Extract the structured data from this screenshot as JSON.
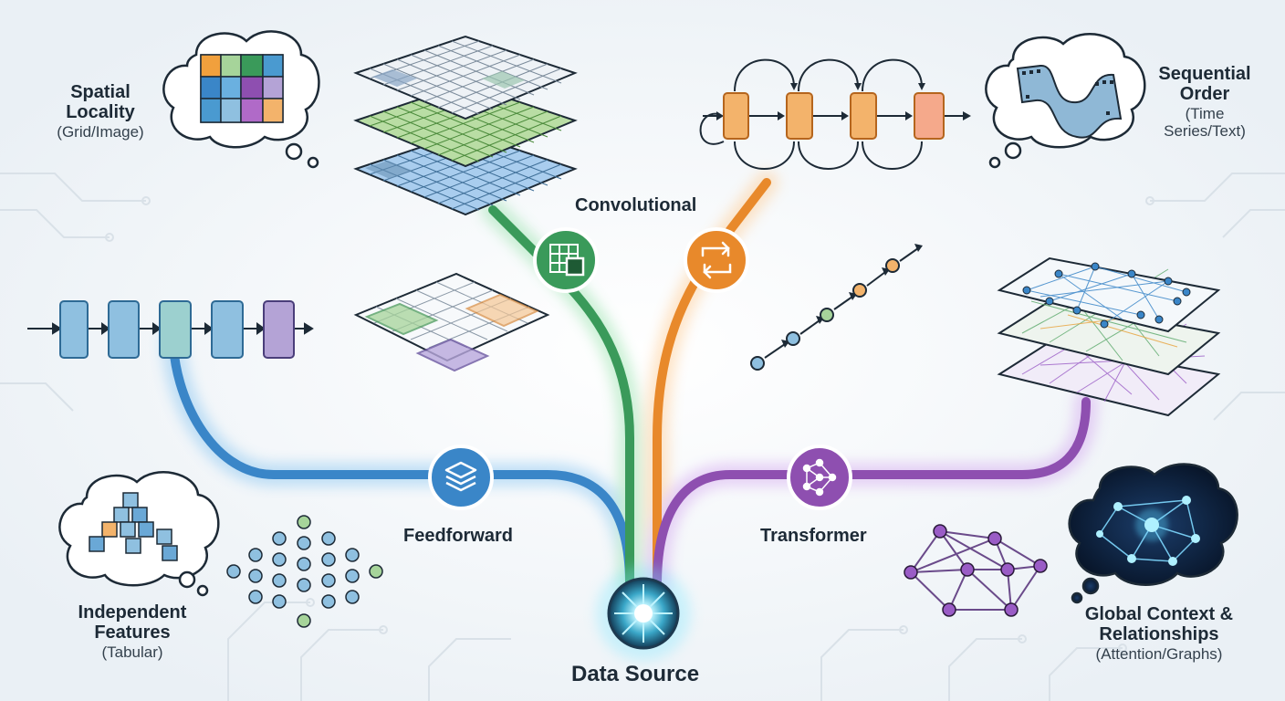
{
  "colors": {
    "feedforward": "#3a86c8",
    "convolutional": "#3a9a5a",
    "recurrent": "#e8892b",
    "transformer": "#8e4fb0",
    "text": "#1d2a36",
    "background": "#f3f6f9"
  },
  "source": {
    "label": "Data Source",
    "icon": "glowing-hub-icon"
  },
  "architectures": [
    {
      "id": "feedforward",
      "label": "Feedforward",
      "icon": "stacked-layers-icon"
    },
    {
      "id": "convolutional",
      "label": "Convolutional",
      "icon": "grid-kernel-icon"
    },
    {
      "id": "recurrent",
      "label": "",
      "icon": "cycle-arrows-icon"
    },
    {
      "id": "transformer",
      "label": "Transformer",
      "icon": "neural-network-icon"
    }
  ],
  "data_types": {
    "spatial": {
      "title_line1": "Spatial",
      "title_line2": "Locality",
      "subtitle": "(Grid/Image)",
      "icon": "image-grid-icon"
    },
    "sequential": {
      "title_line1": "Sequential",
      "title_line2": "Order",
      "subtitle_line1": "(Time",
      "subtitle_line2": "Series/Text)",
      "icon": "film-strip-icon"
    },
    "independent": {
      "title_line1": "Independent",
      "title_line2": "Features",
      "subtitle": "(Tabular)",
      "icon": "cube-blocks-icon"
    },
    "global": {
      "title_line1": "Global Context &",
      "title_line2": "Relationships",
      "subtitle": "(Attention/Graphs)",
      "icon": "graph-network-icon"
    }
  }
}
